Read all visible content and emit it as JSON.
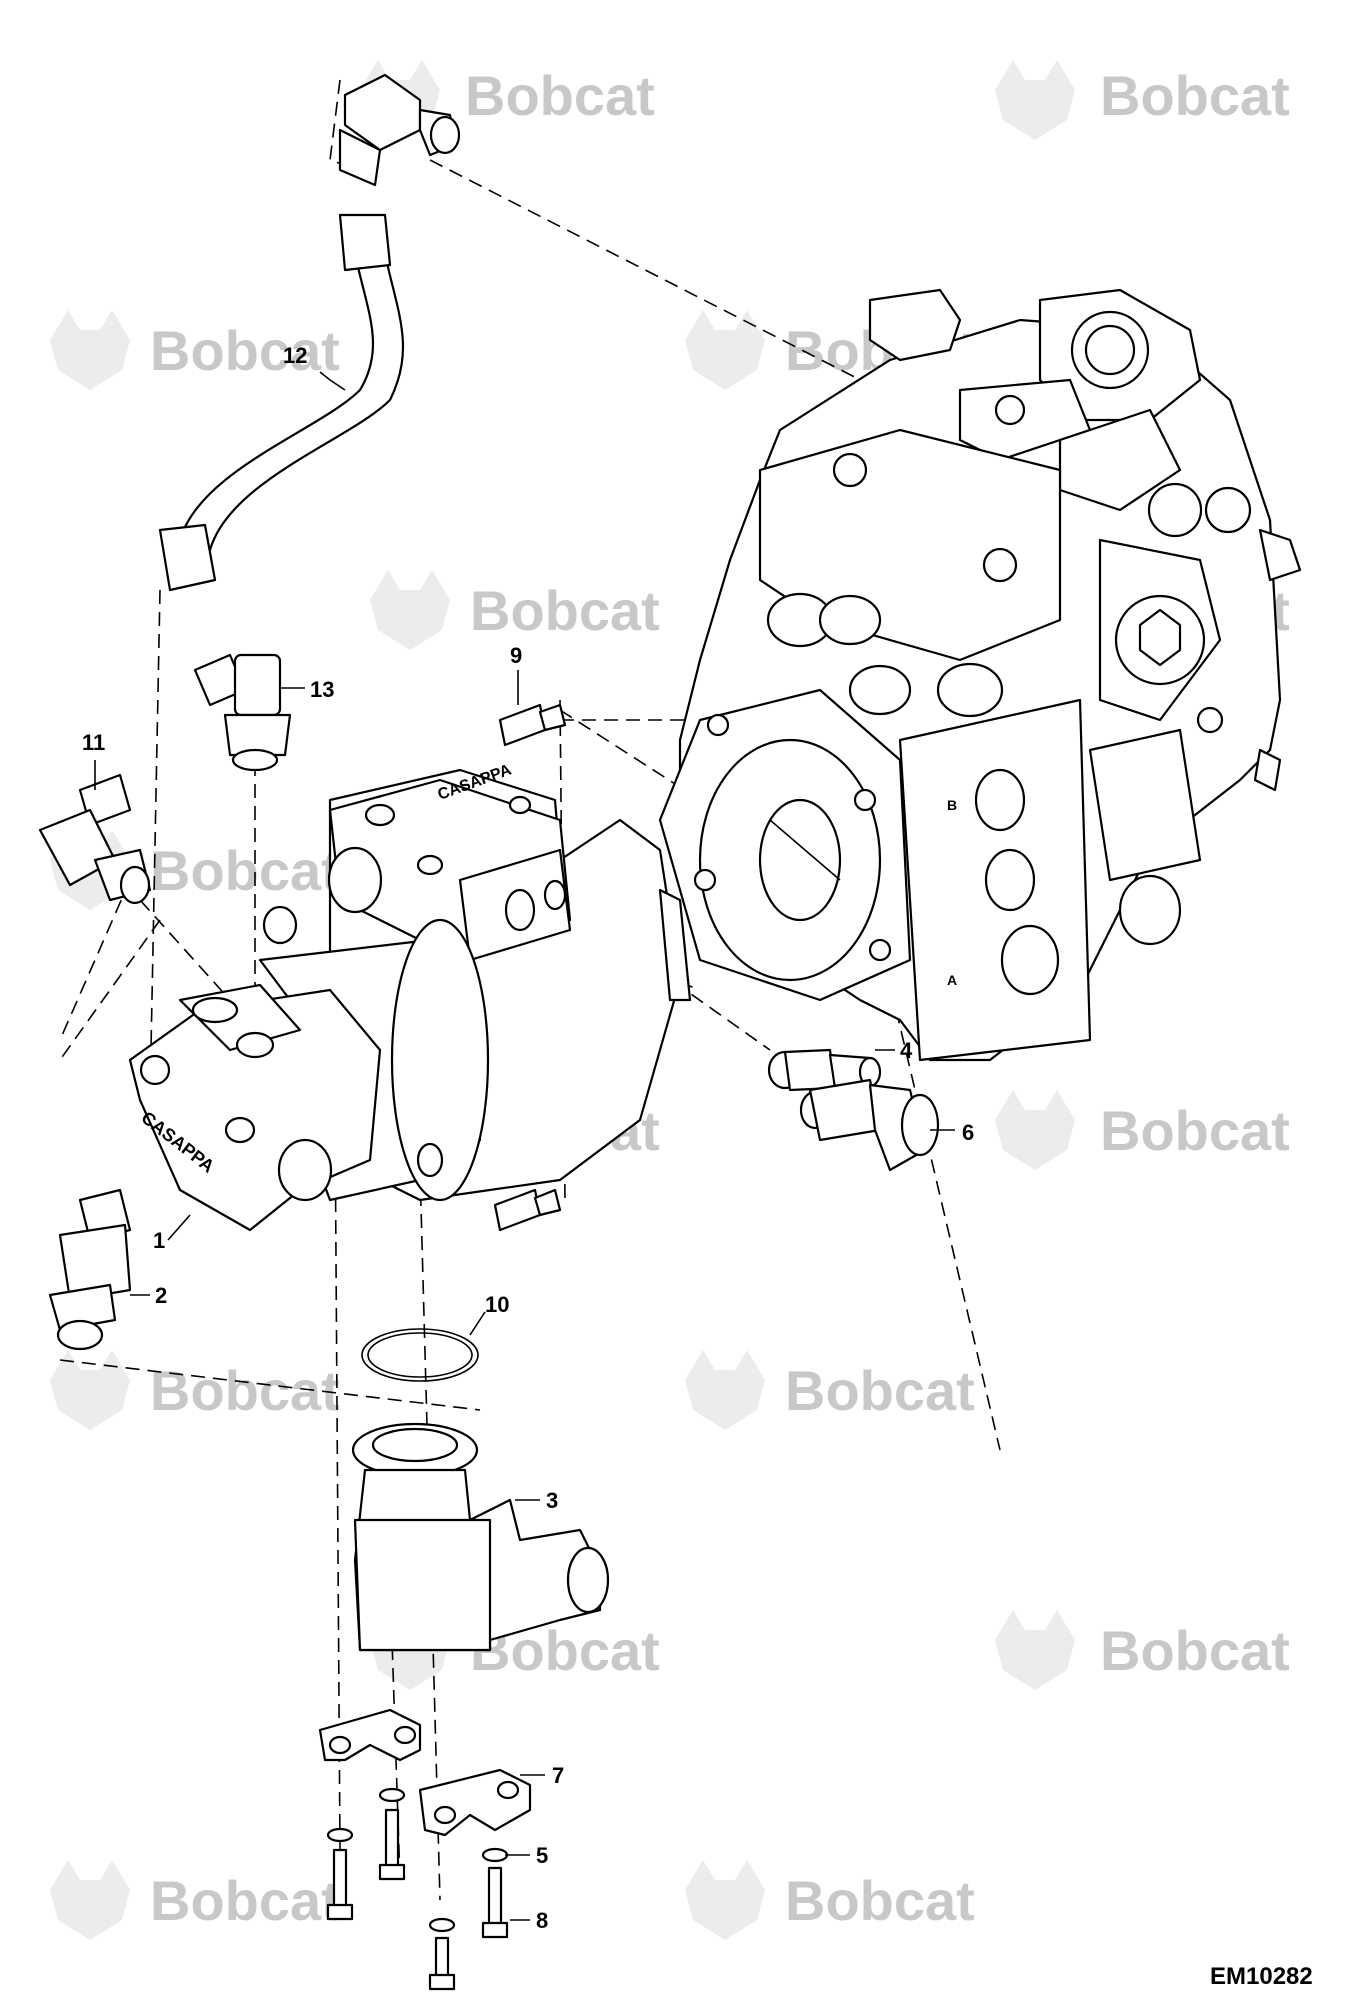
{
  "watermark": {
    "brand": "Bobcat",
    "color": "#c8c8c8",
    "icon": "bobcat-head-icon"
  },
  "drawing_code": "EM10282",
  "callouts": {
    "c1": "1",
    "c2": "2",
    "c3": "3",
    "c4": "4",
    "c5": "5",
    "c6": "6",
    "c7": "7",
    "c8": "8",
    "c9": "9",
    "c10": "10",
    "c11": "11",
    "c12": "12",
    "c13": "13"
  },
  "pump_markings": {
    "brand_top": "CASAPPA",
    "brand_front": "CASAPPA"
  },
  "valve_markings": {
    "port_a": "A",
    "port_b": "B"
  }
}
